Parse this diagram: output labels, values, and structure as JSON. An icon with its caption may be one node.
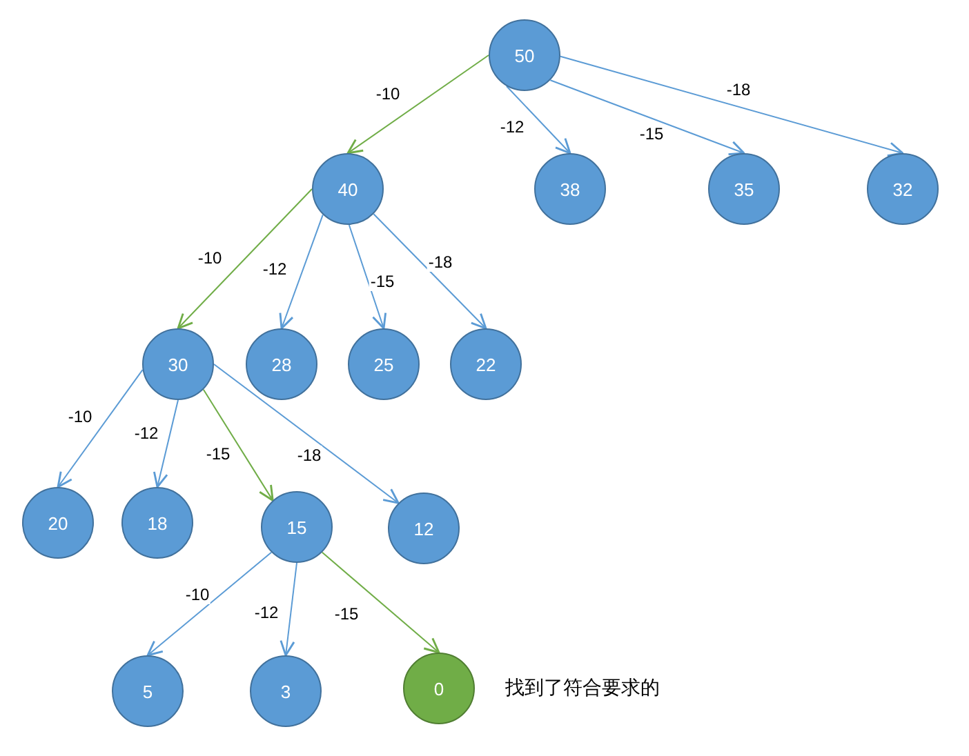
{
  "diagram": {
    "nodes": [
      {
        "text": [
          "50"
        ]
      },
      {
        "text": [
          "40"
        ]
      },
      {
        "text": [
          "38"
        ]
      },
      {
        "text": [
          "35"
        ]
      },
      {
        "text": [
          "32"
        ]
      },
      {
        "text": [
          "30"
        ]
      },
      {
        "text": [
          "28"
        ]
      },
      {
        "text": [
          "25"
        ]
      },
      {
        "text": [
          "22"
        ]
      },
      {
        "text": [
          "20"
        ]
      },
      {
        "text": [
          "18"
        ]
      },
      {
        "text": [
          "15"
        ]
      },
      {
        "text": [
          "12"
        ]
      },
      {
        "text": [
          "5"
        ]
      },
      {
        "text": [
          "3"
        ]
      },
      {
        "text": [
          "0"
        ],
        "beside": [
          "找到了符合要求的"
        ]
      }
    ],
    "edges": [
      {
        "from": 0,
        "to": 1,
        "arrow": "to",
        "label": "-10",
        "color": "#70ad47"
      },
      {
        "from": 0,
        "to": 2,
        "arrow": "to",
        "label": "-12"
      },
      {
        "from": 0,
        "to": 3,
        "arrow": "to",
        "label": "-15"
      },
      {
        "from": 0,
        "to": 4,
        "arrow": "to",
        "label": "-18"
      },
      {
        "from": 1,
        "to": 5,
        "arrow": "to",
        "label": "-10",
        "color": "#70ad47"
      },
      {
        "from": 1,
        "to": 6,
        "arrow": "to",
        "label": "-12"
      },
      {
        "from": 1,
        "to": 7,
        "arrow": "to",
        "label": "-15"
      },
      {
        "from": 1,
        "to": 8,
        "arrow": "to",
        "label": "-18"
      },
      {
        "from": 5,
        "to": 9,
        "arrow": "to",
        "label": "-10"
      },
      {
        "from": 5,
        "to": 10,
        "arrow": "to",
        "label": "-12"
      },
      {
        "from": 5,
        "to": 11,
        "arrow": "to",
        "label": "-15",
        "color": "#70ad47"
      },
      {
        "from": 5,
        "to": 12,
        "arrow": "to",
        "label": "-18"
      },
      {
        "from": 11,
        "to": 13,
        "arrow": "to",
        "label": "-10"
      },
      {
        "from": 11,
        "to": 14,
        "arrow": "to",
        "label": "-12"
      },
      {
        "from": 11,
        "to": 15,
        "arrow": "to",
        "label": "-15",
        "color": "#70ad47"
      }
    ]
  }
}
